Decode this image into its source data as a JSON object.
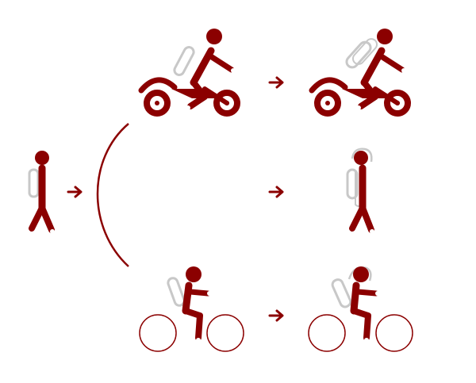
{
  "colors": {
    "primary": "#8b0000",
    "backpack": "#c8c8c8",
    "background": "#ffffff"
  },
  "figures": {
    "start": {
      "icon": "walking-person-with-backpack-icon"
    },
    "branches": [
      {
        "name": "motorcycle",
        "before_icon": "motorcyclist-with-backpack-icon",
        "after_icon": "motorcyclist-with-shifted-backpack-icon"
      },
      {
        "name": "walking",
        "before_icon": "",
        "after_icon": "standing-person-with-backpack-icon"
      },
      {
        "name": "bicycle",
        "before_icon": "cyclist-with-backpack-icon",
        "after_icon": "cyclist-with-shifted-backpack-icon"
      }
    ]
  },
  "connectors": {
    "arrow_icon": "right-arrow-icon",
    "branch_bracket": "curved-bracket"
  }
}
